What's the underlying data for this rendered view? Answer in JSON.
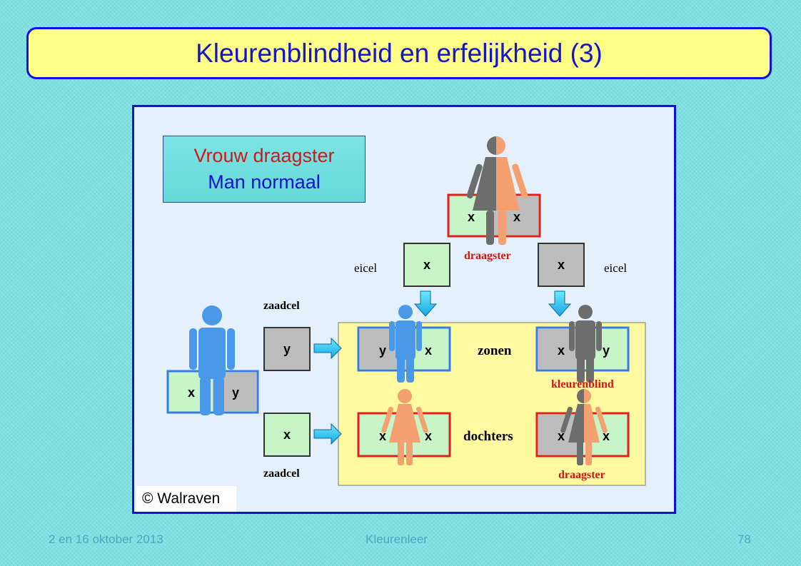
{
  "slide": {
    "title": "Kleurenblindheid en erfelijkheid (3)"
  },
  "legend": {
    "line1": "Vrouw draagster",
    "line2": "Man normaal"
  },
  "diagram": {
    "mother_label": "draagster",
    "egg_label_left": "eicel",
    "egg_label_right": "eicel",
    "sperm_label_top": "zaadcel",
    "sperm_label_bottom": "zaadcel",
    "sons_label": "zonen",
    "daughters_label": "dochters",
    "son_right_label": "kleurenblind",
    "daughter_right_label": "draagster",
    "x": "x",
    "y": "y",
    "colors": {
      "carrier_grey": "#6d6d6d",
      "normal_female": "#f4a070",
      "normal_male": "#4a98e8",
      "red_label": "#d01818",
      "offspring_panel": "#fffaa0"
    }
  },
  "credit": "© Walraven",
  "footer": {
    "date": "2 en 16 oktober 2013",
    "topic": "Kleurenleer",
    "page": "78"
  }
}
